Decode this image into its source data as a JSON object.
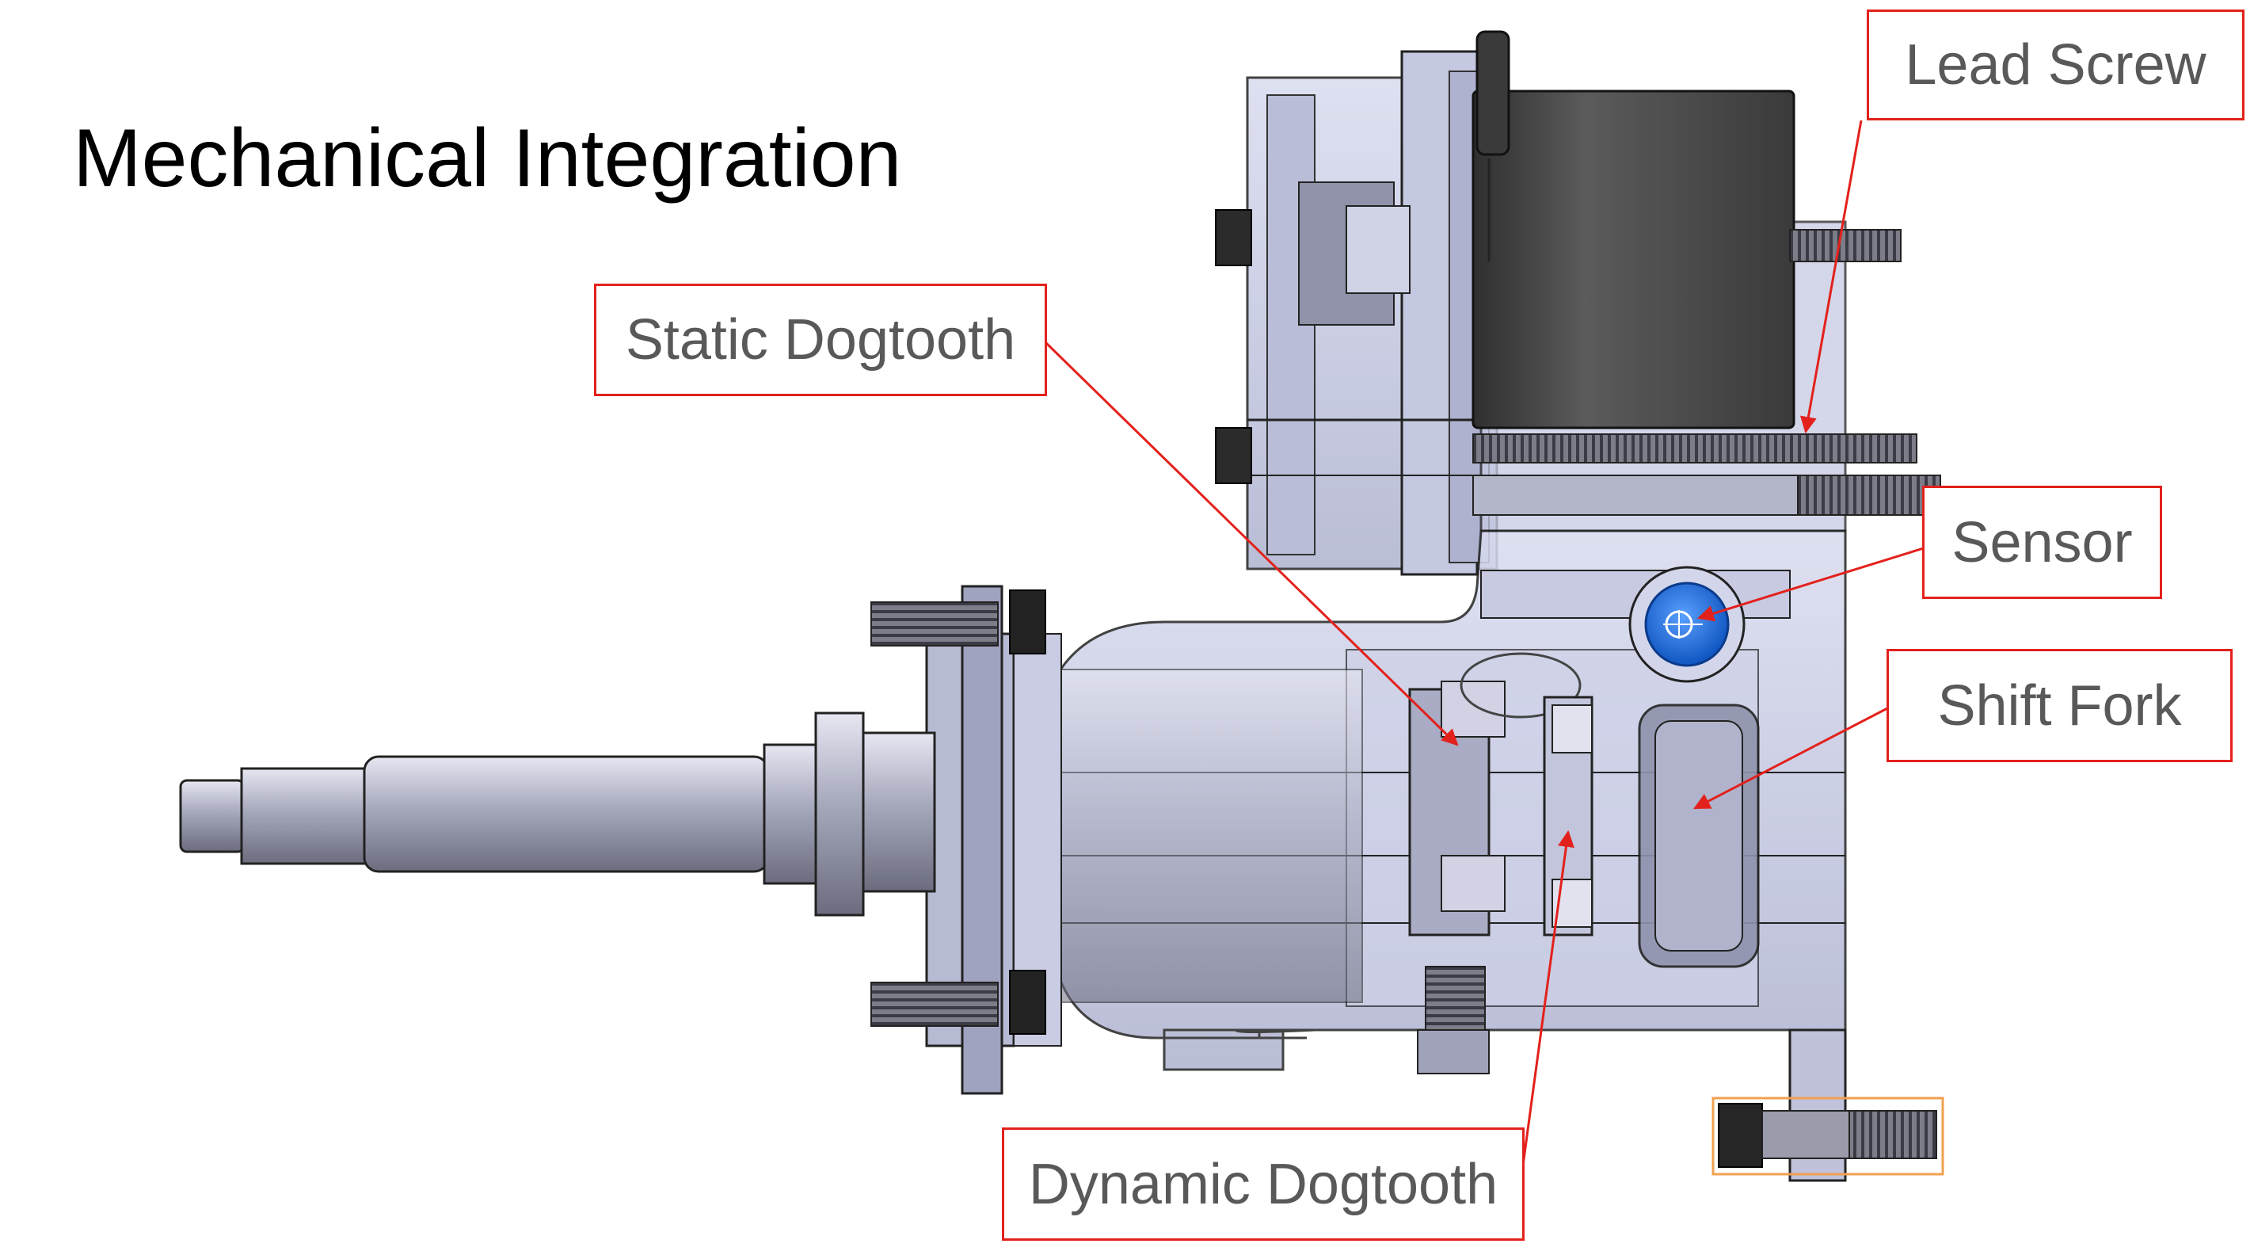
{
  "slide": {
    "title": "Mechanical Integration"
  },
  "callouts": {
    "lead_screw": "Lead Screw",
    "static_dogtooth": "Static Dogtooth",
    "sensor": "Sensor",
    "shift_fork": "Shift Fork",
    "dynamic_dogtooth": "Dynamic Dogtooth"
  },
  "colors": {
    "callout_border": "#e3211c",
    "leader_line": "#e3211c",
    "label_text": "#595959",
    "housing": "#c9cde6",
    "motor": "#4a4a4a",
    "sensor": "#1f6fd6",
    "highlight_box": "#f0a050"
  }
}
